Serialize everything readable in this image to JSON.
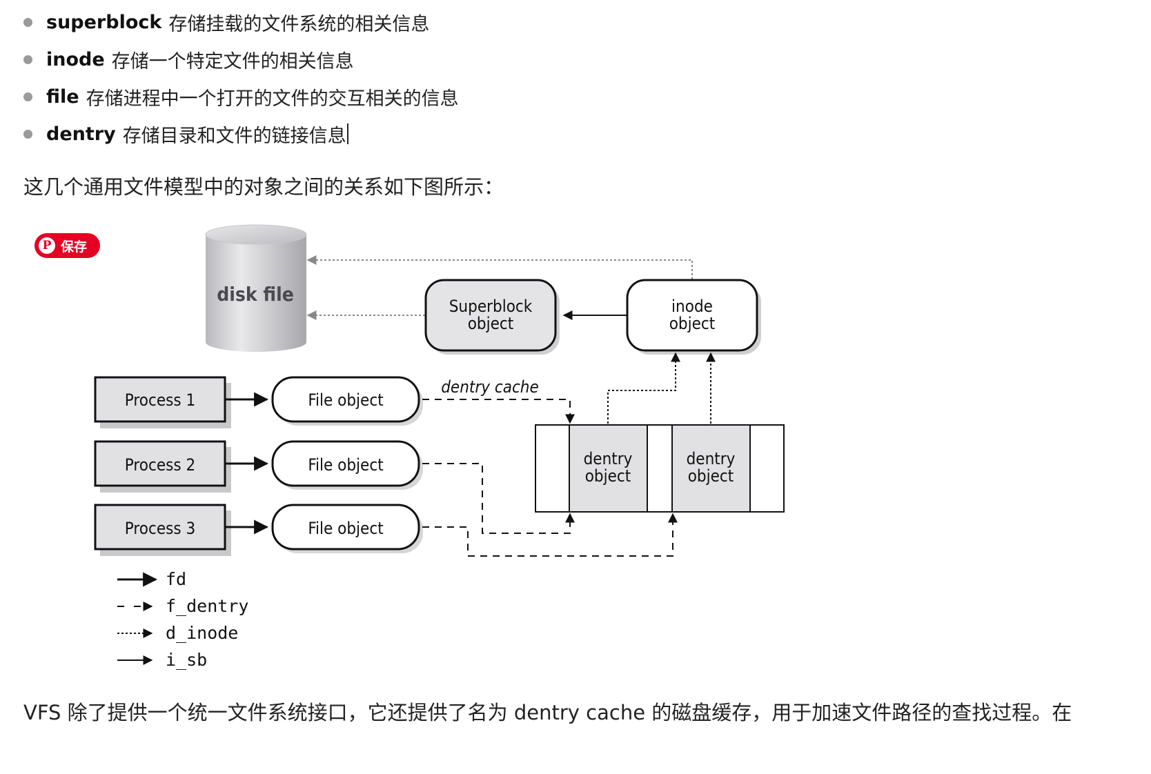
{
  "bullets": [
    {
      "term": "superblock",
      "desc": "存储挂载的文件系统的相关信息"
    },
    {
      "term": "inode",
      "desc": "存储一个特定文件的相关信息"
    },
    {
      "term": "file",
      "desc": "存储进程中一个打开的文件的交互相关的信息"
    },
    {
      "term": "dentry",
      "desc": "存储目录和文件的链接信息"
    }
  ],
  "intro": "这几个通用文件模型中的对象之间的关系如下图所示：",
  "save_button": {
    "label": "保存",
    "icon": "pinterest-icon",
    "color": "#e60023"
  },
  "diagram": {
    "disk_file": "disk file",
    "superblock_object": [
      "Superblock",
      "object"
    ],
    "inode_object": [
      "inode",
      "object"
    ],
    "processes": [
      "Process 1",
      "Process 2",
      "Process 3"
    ],
    "file_object": "File object",
    "dentry_cache": "dentry cache",
    "dentry_object": [
      "dentry",
      "object"
    ],
    "legend": [
      "fd",
      "f_dentry",
      "d_inode",
      "i_sb"
    ]
  },
  "footer": "VFS 除了提供一个统一文件系统接口，它还提供了名为 dentry cache 的磁盘缓存，用于加速文件路径的查找过程。在"
}
